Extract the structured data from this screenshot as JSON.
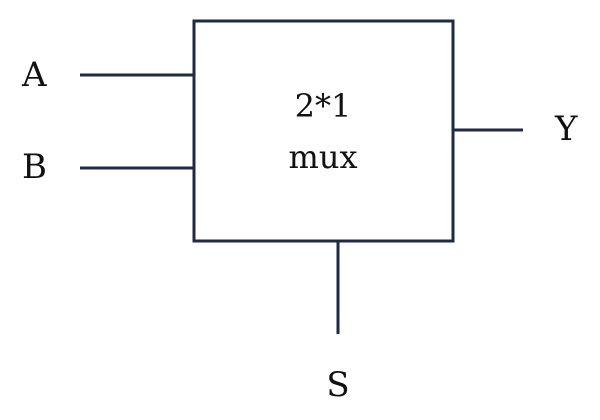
{
  "diagram": {
    "block": {
      "line1": "2*1",
      "line2": "mux"
    },
    "inputs": {
      "a": "A",
      "b": "B"
    },
    "select": "S",
    "output": "Y",
    "line_color": "#1f2a44",
    "text_color": "#111111"
  }
}
